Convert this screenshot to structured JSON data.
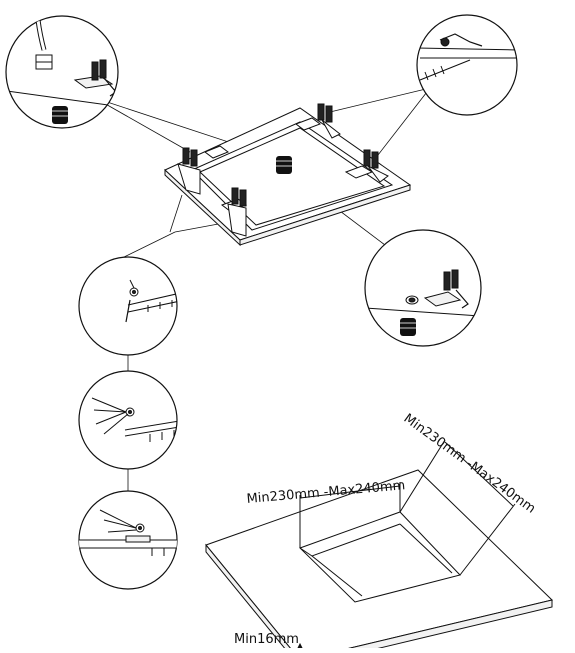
{
  "dimensions": {
    "cutout_width": "Min230mm -Max240mm",
    "cutout_depth": "Min230mm -Max240mm",
    "countertop_thickness": "Min16mm"
  },
  "colors": {
    "stroke": "#111111",
    "background": "#ffffff",
    "fill_dark": "#222222",
    "fill_light": "#f2f2f2"
  }
}
